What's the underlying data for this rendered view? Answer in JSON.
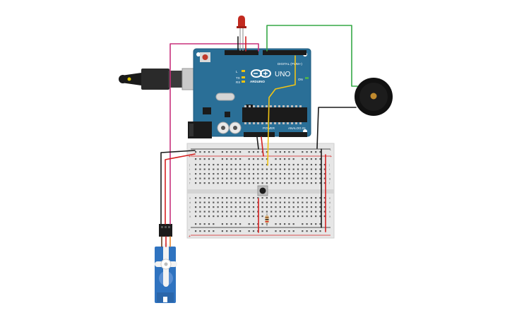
{
  "arduino": {
    "brand": "ARDUINO",
    "model": "UNO",
    "digital_label": "DIGITAL (PWM~)",
    "power_label": "POWER",
    "analog_label": "ANALOG IN",
    "on_label": "ON",
    "tx_label": "TX",
    "rx_label": "RX",
    "l_label": "L",
    "board_color": "#2a6f97"
  },
  "breadboard": {
    "row_letters_top": [
      "j",
      "i",
      "h",
      "g",
      "f"
    ],
    "row_letters_bottom": [
      "e",
      "d",
      "c",
      "b",
      "a"
    ],
    "rail_plus": "+",
    "rail_minus": "-"
  },
  "colors": {
    "wire_black": "#1a1a1a",
    "wire_red": "#d42020",
    "wire_green": "#35a846",
    "wire_yellow": "#f2c414",
    "wire_magenta": "#c8317c",
    "wire_orange": "#e5822a",
    "led_red": "#c22a1f",
    "servo_blue": "#2f73c0",
    "buzzer": "#111111"
  },
  "components": {
    "led": "led-icon",
    "buzzer": "piezo-buzzer-icon",
    "servo": "servo-motor-icon",
    "pushbutton": "pushbutton-icon",
    "resistor": "resistor-icon",
    "usb_cable": "usb-cable-icon"
  }
}
